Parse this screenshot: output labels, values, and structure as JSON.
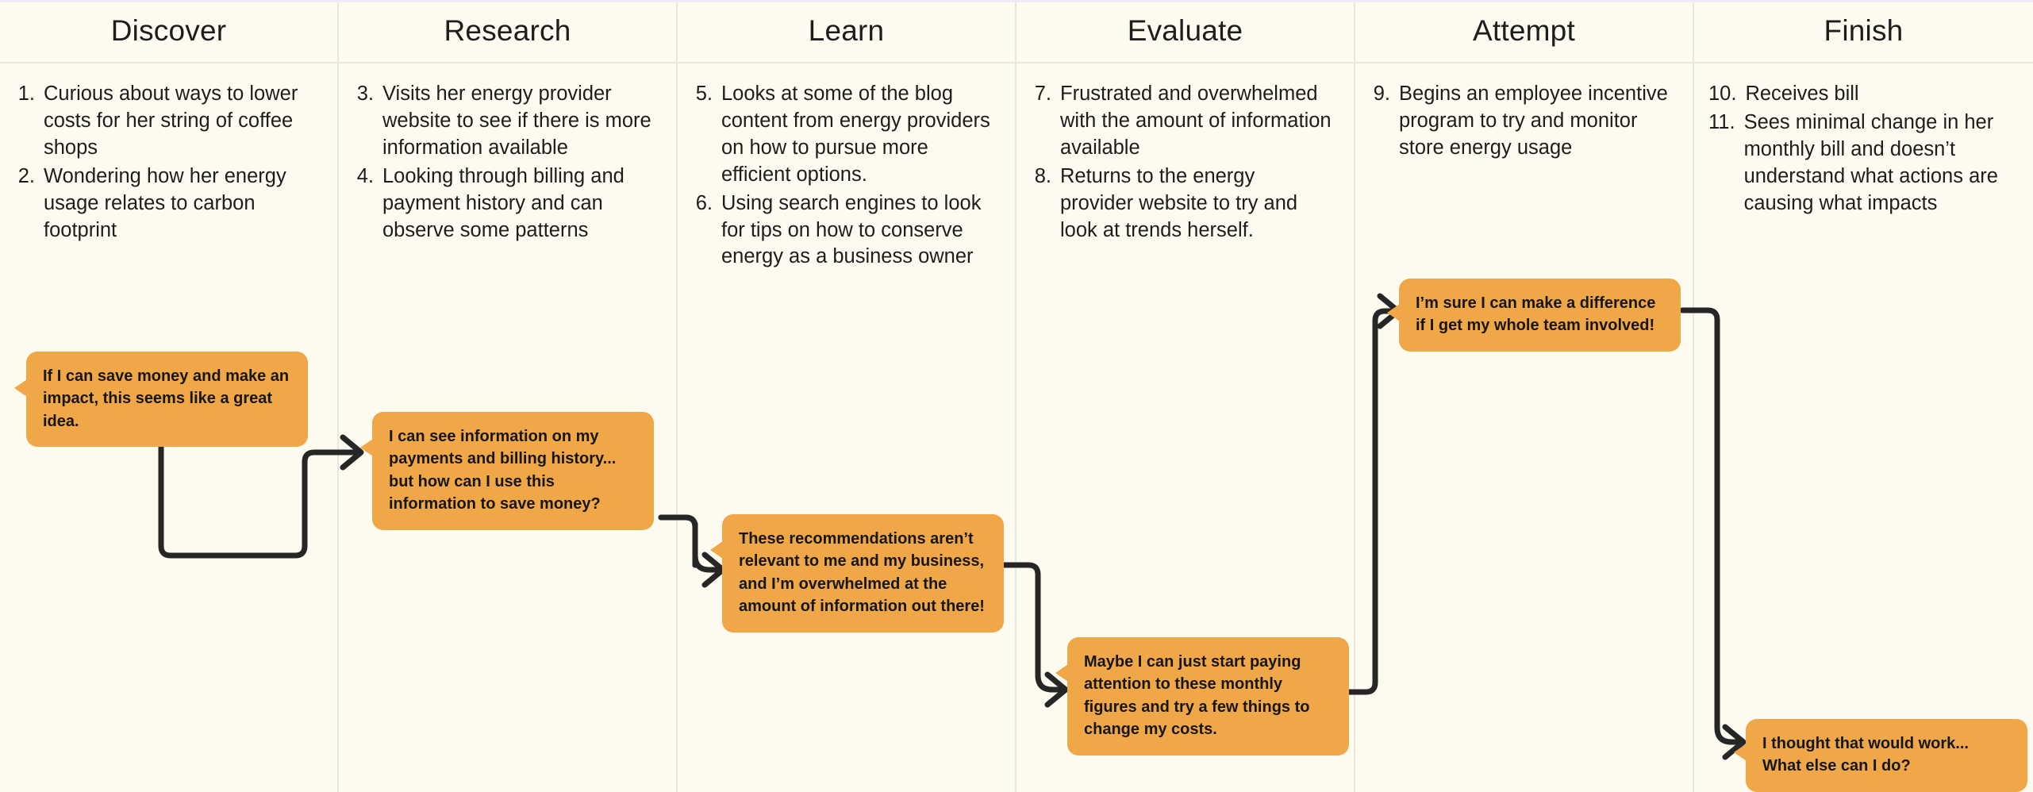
{
  "theme": {
    "background": "#FDFBF0",
    "divider": "#E9E6DC",
    "callout_fill": "#EFA747",
    "text": "#1D1D1B",
    "connector": "#262626",
    "top_rule": "#EFEAF3"
  },
  "columns": [
    {
      "title": "Discover",
      "steps": [
        {
          "num": "1.",
          "text": "Curious about ways to lower costs for her string of coffee shops"
        },
        {
          "num": "2.",
          "text": "Wondering how her energy usage relates to carbon footprint"
        }
      ]
    },
    {
      "title": "Research",
      "steps": [
        {
          "num": "3.",
          "text": "Visits her energy provider website to see if there is more information available"
        },
        {
          "num": "4.",
          "text": "Looking through billing and payment history and can observe some patterns"
        }
      ]
    },
    {
      "title": "Learn",
      "steps": [
        {
          "num": "5.",
          "text": "Looks at some of the blog content from energy providers on how to pursue more efficient options."
        },
        {
          "num": "6.",
          "text": "Using search engines to look for tips on how to conserve energy as a business owner"
        }
      ]
    },
    {
      "title": "Evaluate",
      "steps": [
        {
          "num": "7.",
          "text": "Frustrated and overwhelmed with the amount of information available"
        },
        {
          "num": "8.",
          "text": "Returns to the energy provider website to try and look at trends herself."
        }
      ]
    },
    {
      "title": "Attempt",
      "steps": [
        {
          "num": "9.",
          "text": "Begins an employee incentive program to try and monitor store energy usage"
        }
      ]
    },
    {
      "title": "Finish",
      "steps": [
        {
          "num": "10.",
          "text": "Receives bill"
        },
        {
          "num": "11.",
          "text": "Sees minimal change in her monthly bill and doesn’t understand what actions are causing what impacts"
        }
      ]
    }
  ],
  "callouts": [
    {
      "id": "callout-discover",
      "text": "If I can save money and make an impact, this seems like a great idea."
    },
    {
      "id": "callout-research",
      "text": "I can see information on my payments and billing history... but how can I use this information to save money?"
    },
    {
      "id": "callout-learn",
      "text": "These recommendations aren’t relevant to me and my business, and I’m overwhelmed at the amount of information out there!"
    },
    {
      "id": "callout-evaluate",
      "text": "Maybe I can just start paying attention to these monthly figures and try a few things to change my costs."
    },
    {
      "id": "callout-attempt",
      "text": "I’m sure I can make a difference if I get my whole team involved!"
    },
    {
      "id": "callout-finish",
      "text": "I thought that would work... What else can I do?"
    }
  ]
}
